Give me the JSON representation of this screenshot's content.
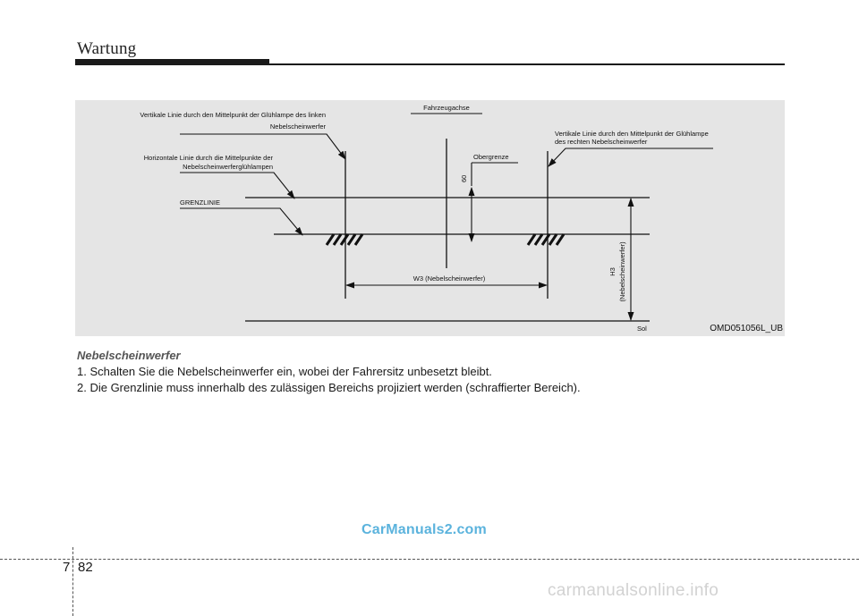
{
  "header": {
    "title": "Wartung"
  },
  "figure": {
    "labels": {
      "left_center_line_1": "Vertikale Linie durch den Mittelpunkt der Glühlampe des linken",
      "left_center_line_2": "Nebelscheinwerfer",
      "horizontal_line_1": "Horizontale Linie durch die Mittelpunkte der",
      "horizontal_line_2": "Nebelscheinwerferglühlampen",
      "cutoff_line": "GRENZLINIE",
      "vehicle_axis": "Fahrzeugachse",
      "upper_limit": "Obergrenze",
      "dimension_60": "60",
      "right_center_line_1": "Vertikale Linie durch den Mittelpunkt der Glühlampe",
      "right_center_line_2": "des rechten Nebelscheinwerfer",
      "width_w3": "W3 (Nebelscheinwerfer)",
      "height_h3_1": "H3",
      "height_h3_2": "(Nebelscheinwerfer)",
      "ground": "Sol",
      "figure_code": "OMD051056L_UB"
    }
  },
  "content": {
    "heading": "Nebelscheinwerfer",
    "steps": [
      "1. Schalten Sie die Nebelscheinwerfer ein, wobei der Fahrersitz unbesetzt bleibt.",
      "2. Die Grenzlinie muss innerhalb des zulässigen Bereichs projiziert werden (schraffierter Bereich)."
    ]
  },
  "footer": {
    "section": "7",
    "page": "82",
    "watermark_main": "CarManuals2.com",
    "watermark_footer": "carmanualsonline.info"
  }
}
